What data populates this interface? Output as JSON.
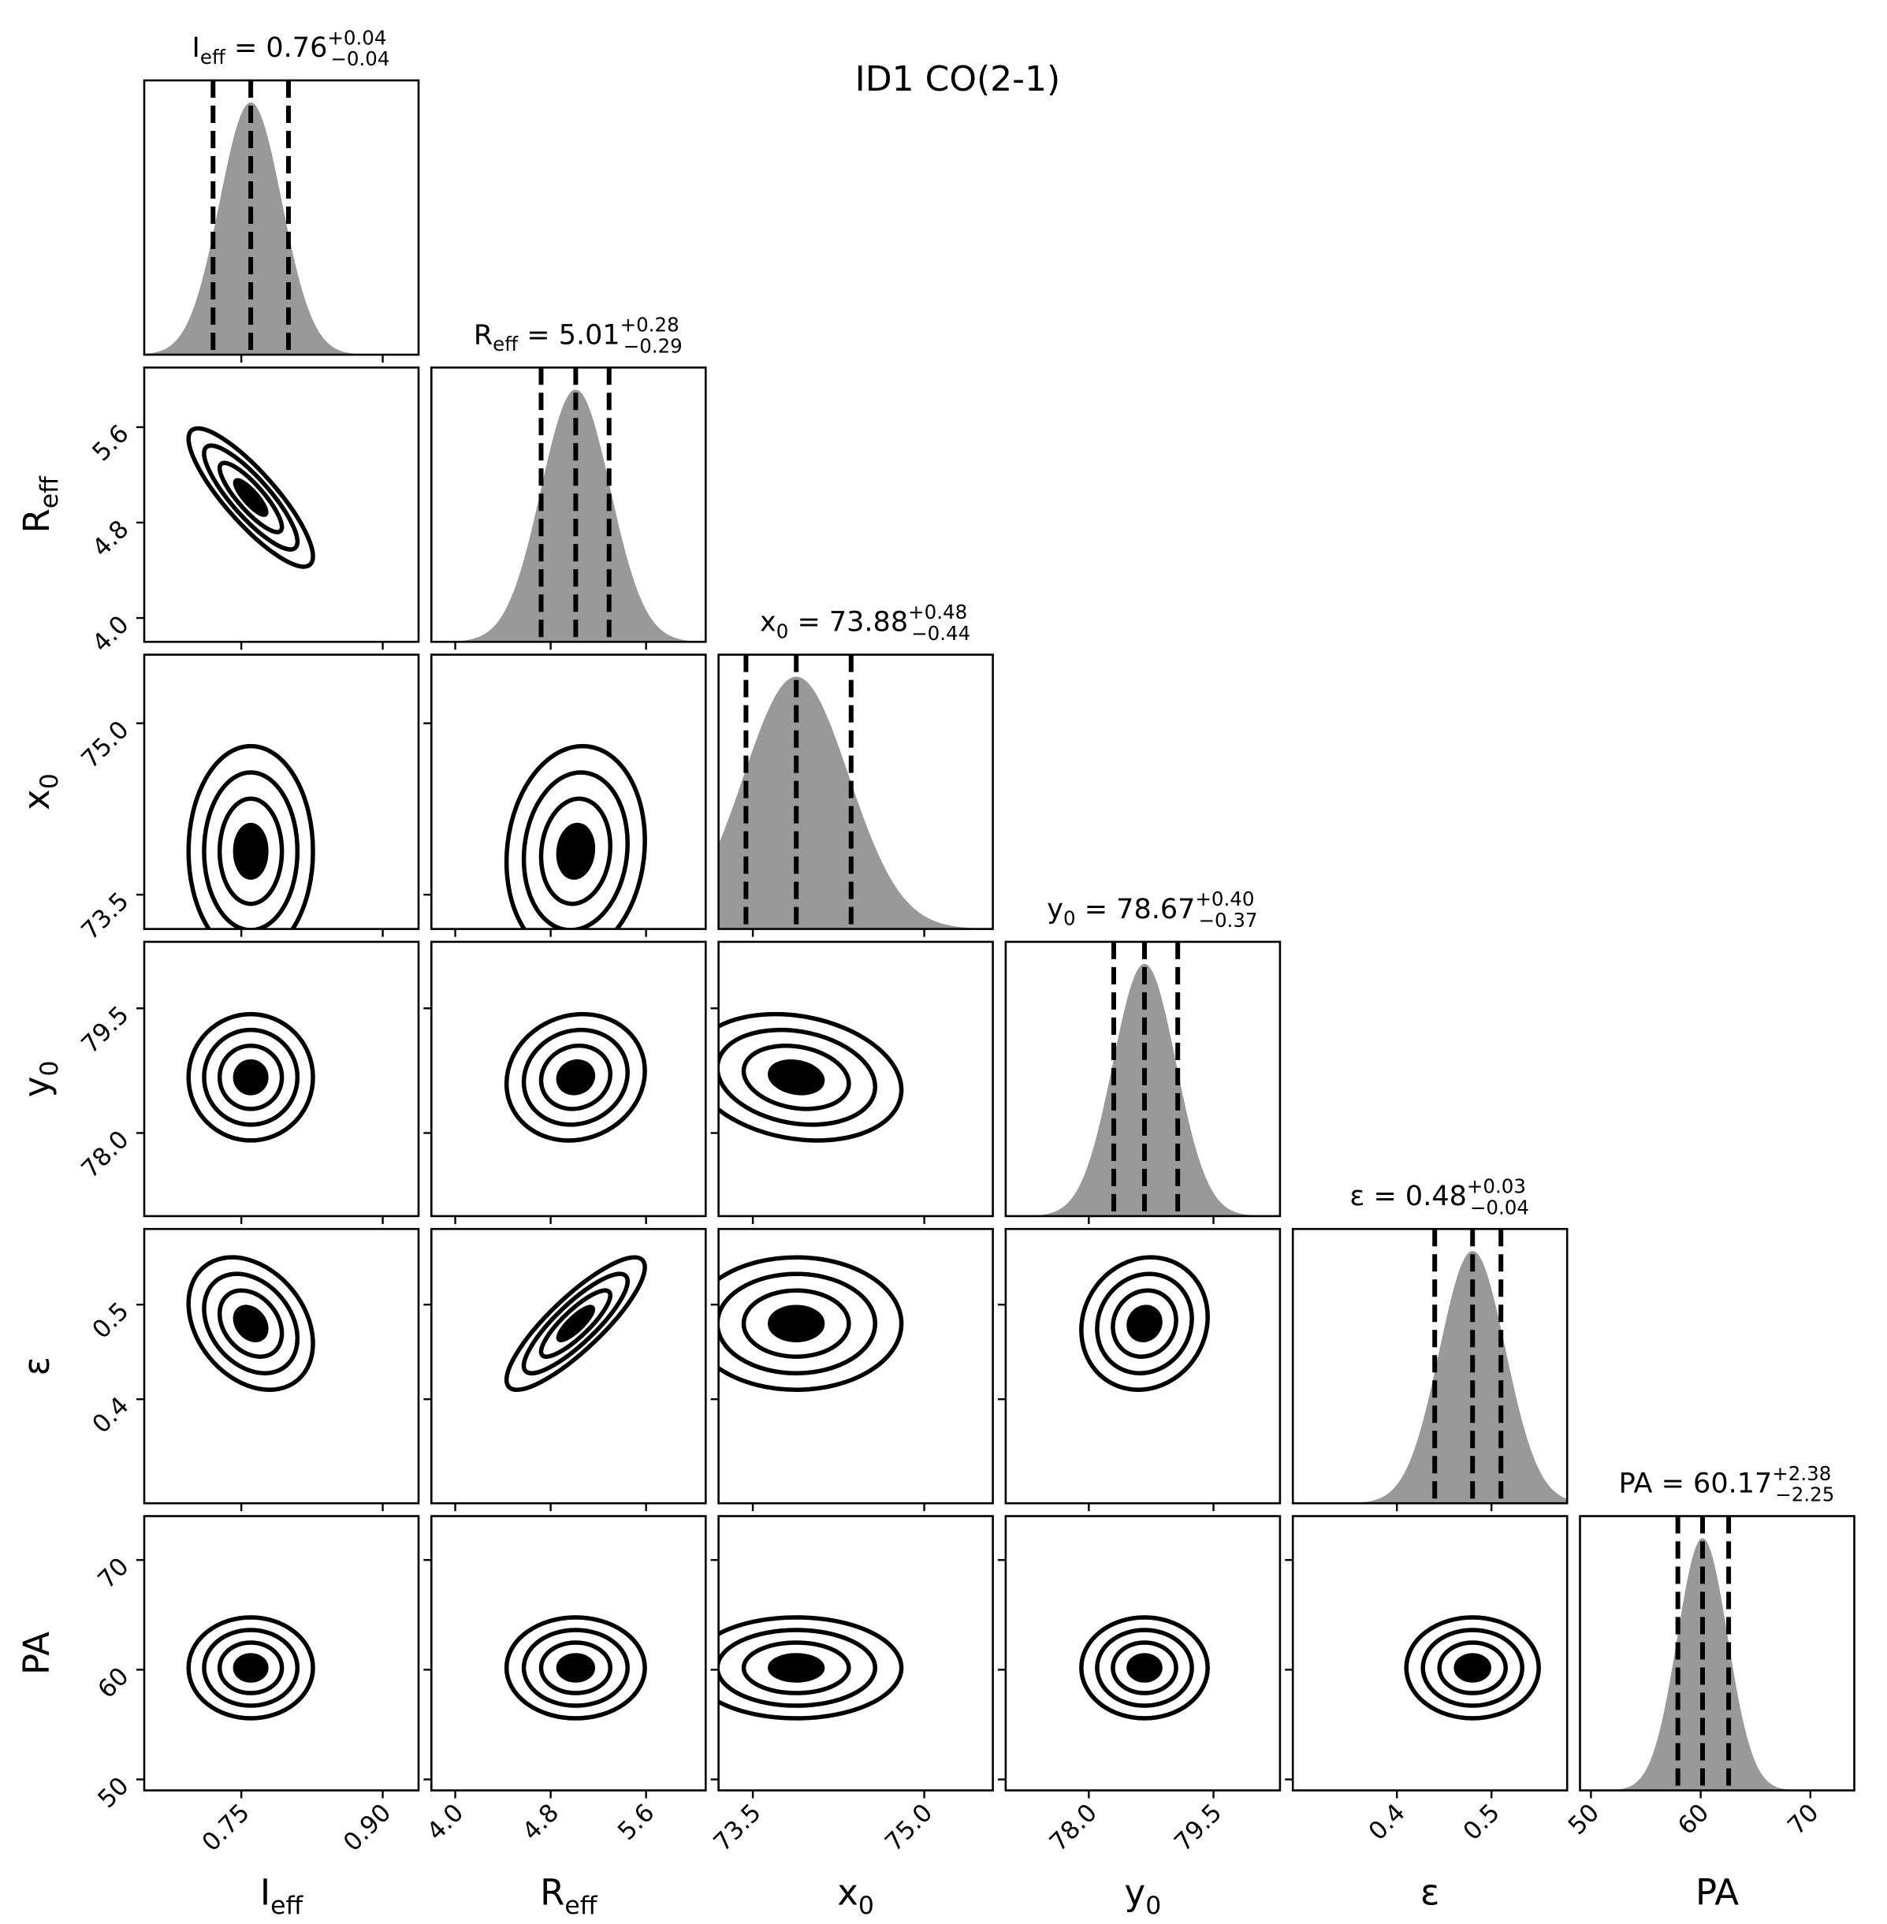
{
  "figure": {
    "title": "ID1 CO(2-1)"
  },
  "chart_data": {
    "type": "corner",
    "title": "ID1 CO(2-1)",
    "parameters": [
      {
        "key": "Ieff",
        "label": "I",
        "label_sub": "eff",
        "median": 0.76,
        "plus": 0.04,
        "minus": 0.04,
        "title_value": "0.76",
        "title_plus": "+0.04",
        "title_minus": "−0.04",
        "range": [
          0.647,
          0.938
        ],
        "ticks": [
          0.75,
          0.9
        ],
        "tick_labels": [
          "0.75",
          "0.90"
        ],
        "hist_sigma": 0.033
      },
      {
        "key": "Reff",
        "label": "R",
        "label_sub": "eff",
        "median": 5.01,
        "plus": 0.28,
        "minus": 0.29,
        "title_value": "5.01",
        "title_plus": "+0.28",
        "title_minus": "−0.29",
        "range": [
          3.8,
          6.1
        ],
        "ticks": [
          4.0,
          4.8,
          5.6
        ],
        "tick_labels": [
          "4.0",
          "4.8",
          "5.6"
        ],
        "hist_sigma": 0.29
      },
      {
        "key": "x0",
        "label": "x",
        "label_sub": "0",
        "median": 73.88,
        "plus": 0.48,
        "minus": 0.44,
        "title_value": "73.88",
        "title_plus": "+0.48",
        "title_minus": "−0.44",
        "range": [
          73.2,
          75.6
        ],
        "ticks": [
          73.5,
          75.0
        ],
        "tick_labels": [
          "73.5",
          "75.0"
        ],
        "hist_sigma": 0.46
      },
      {
        "key": "y0",
        "label": "y",
        "label_sub": "0",
        "median": 78.67,
        "plus": 0.4,
        "minus": 0.37,
        "title_value": "78.67",
        "title_plus": "+0.40",
        "title_minus": "−0.37",
        "range": [
          77.0,
          80.3
        ],
        "ticks": [
          78.0,
          79.5
        ],
        "tick_labels": [
          "78.0",
          "79.5"
        ],
        "hist_sigma": 0.38
      },
      {
        "key": "eps",
        "label": "ε",
        "label_sub": "",
        "median": 0.48,
        "plus": 0.03,
        "minus": 0.04,
        "title_value": "0.48",
        "title_plus": "+0.03",
        "title_minus": "−0.04",
        "range": [
          0.29,
          0.58
        ],
        "ticks": [
          0.4,
          0.5
        ],
        "tick_labels": [
          "0.4",
          "0.5"
        ],
        "hist_sigma": 0.035
      },
      {
        "key": "PA",
        "label": "PA",
        "label_sub": "",
        "median": 60.17,
        "plus": 2.38,
        "minus": 2.25,
        "title_value": "60.17",
        "title_plus": "+2.38",
        "title_minus": "−2.25",
        "range": [
          49.0,
          74.0
        ],
        "ticks": [
          50,
          60,
          70
        ],
        "tick_labels": [
          "50",
          "60",
          "70"
        ],
        "hist_sigma": 2.3
      }
    ],
    "correlations": [
      {
        "i": 1,
        "j": 0,
        "rho": -0.85
      },
      {
        "i": 2,
        "j": 0,
        "rho": 0.0
      },
      {
        "i": 2,
        "j": 1,
        "rho": 0.1
      },
      {
        "i": 3,
        "j": 0,
        "rho": 0.0
      },
      {
        "i": 3,
        "j": 1,
        "rho": 0.1
      },
      {
        "i": 3,
        "j": 2,
        "rho": -0.2
      },
      {
        "i": 4,
        "j": 0,
        "rho": -0.3
      },
      {
        "i": 4,
        "j": 1,
        "rho": 0.85
      },
      {
        "i": 4,
        "j": 2,
        "rho": 0.0
      },
      {
        "i": 4,
        "j": 3,
        "rho": 0.1
      },
      {
        "i": 5,
        "j": 0,
        "rho": 0.0
      },
      {
        "i": 5,
        "j": 1,
        "rho": 0.0
      },
      {
        "i": 5,
        "j": 2,
        "rho": 0.0
      },
      {
        "i": 5,
        "j": 3,
        "rho": 0.0
      },
      {
        "i": 5,
        "j": 4,
        "rho": 0.0
      }
    ],
    "quantile_lines": "dashed, at median and ±1σ",
    "contour_levels_sigma": [
      0.5,
      1.0,
      1.5,
      2.0
    ],
    "hist_fill": "#999999",
    "grid": false,
    "legend": "none"
  }
}
